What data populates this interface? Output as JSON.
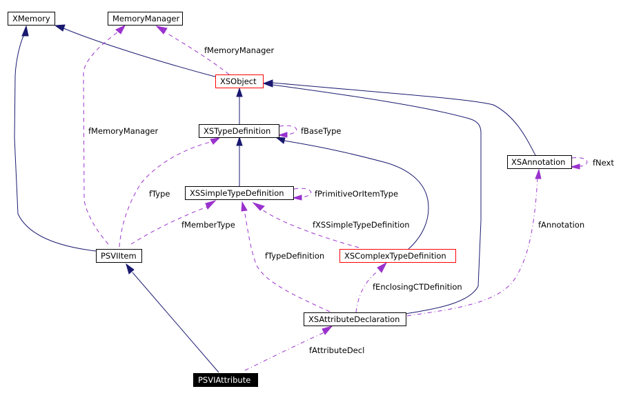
{
  "diagram": {
    "type": "collaboration-graph",
    "focus_node": "PSVIAttribute",
    "colors": {
      "inheritance_edge": "#191970",
      "usage_edge": "#9a32cd",
      "node_border": "#000000",
      "truncated_node_border": "#ff0000",
      "focus_node_fill": "#000000",
      "focus_node_text": "#ffffff"
    },
    "nodes": {
      "xmemory": {
        "label": "XMemory",
        "style": "normal"
      },
      "memorymanager": {
        "label": "MemoryManager",
        "style": "normal"
      },
      "xsobject": {
        "label": "XSObject",
        "style": "truncated"
      },
      "xstypedefinition": {
        "label": "XSTypeDefinition",
        "style": "normal"
      },
      "xssimpletypedefinition": {
        "label": "XSSimpleTypeDefinition",
        "style": "normal"
      },
      "xsannotation": {
        "label": "XSAnnotation",
        "style": "normal"
      },
      "psviitem": {
        "label": "PSVIItem",
        "style": "normal"
      },
      "xscomplextypedefinition": {
        "label": "XSComplexTypeDefinition",
        "style": "truncated"
      },
      "xsattributedeclaration": {
        "label": "XSAttributeDeclaration",
        "style": "normal"
      },
      "psviattribute": {
        "label": "PSVIAttribute",
        "style": "focus"
      }
    },
    "edge_labels": {
      "xsobject_memorymanager": "fMemoryManager",
      "psviitem_memorymanager": "fMemoryManager",
      "xstypedefinition_self": "fBaseType",
      "xssimpletypedefinition_self": "fPrimitiveOrItemType",
      "xsannotation_self": "fNext",
      "psviitem_xstypedefinition": "fType",
      "psviitem_xssimpletypedefinition": "fMemberType",
      "xscomplextypedefinition_xssimpletypedefinition": "fXSSimpleTypeDefinition",
      "xsattributedeclaration_xssimpletypedefinition": "fTypeDefinition",
      "xsattributedeclaration_xsannotation": "fAnnotation",
      "xsattributedeclaration_xscomplextypedefinition": "fEnclosingCTDefinition",
      "psviattribute_xsattributedeclaration": "fAttributeDecl"
    }
  }
}
